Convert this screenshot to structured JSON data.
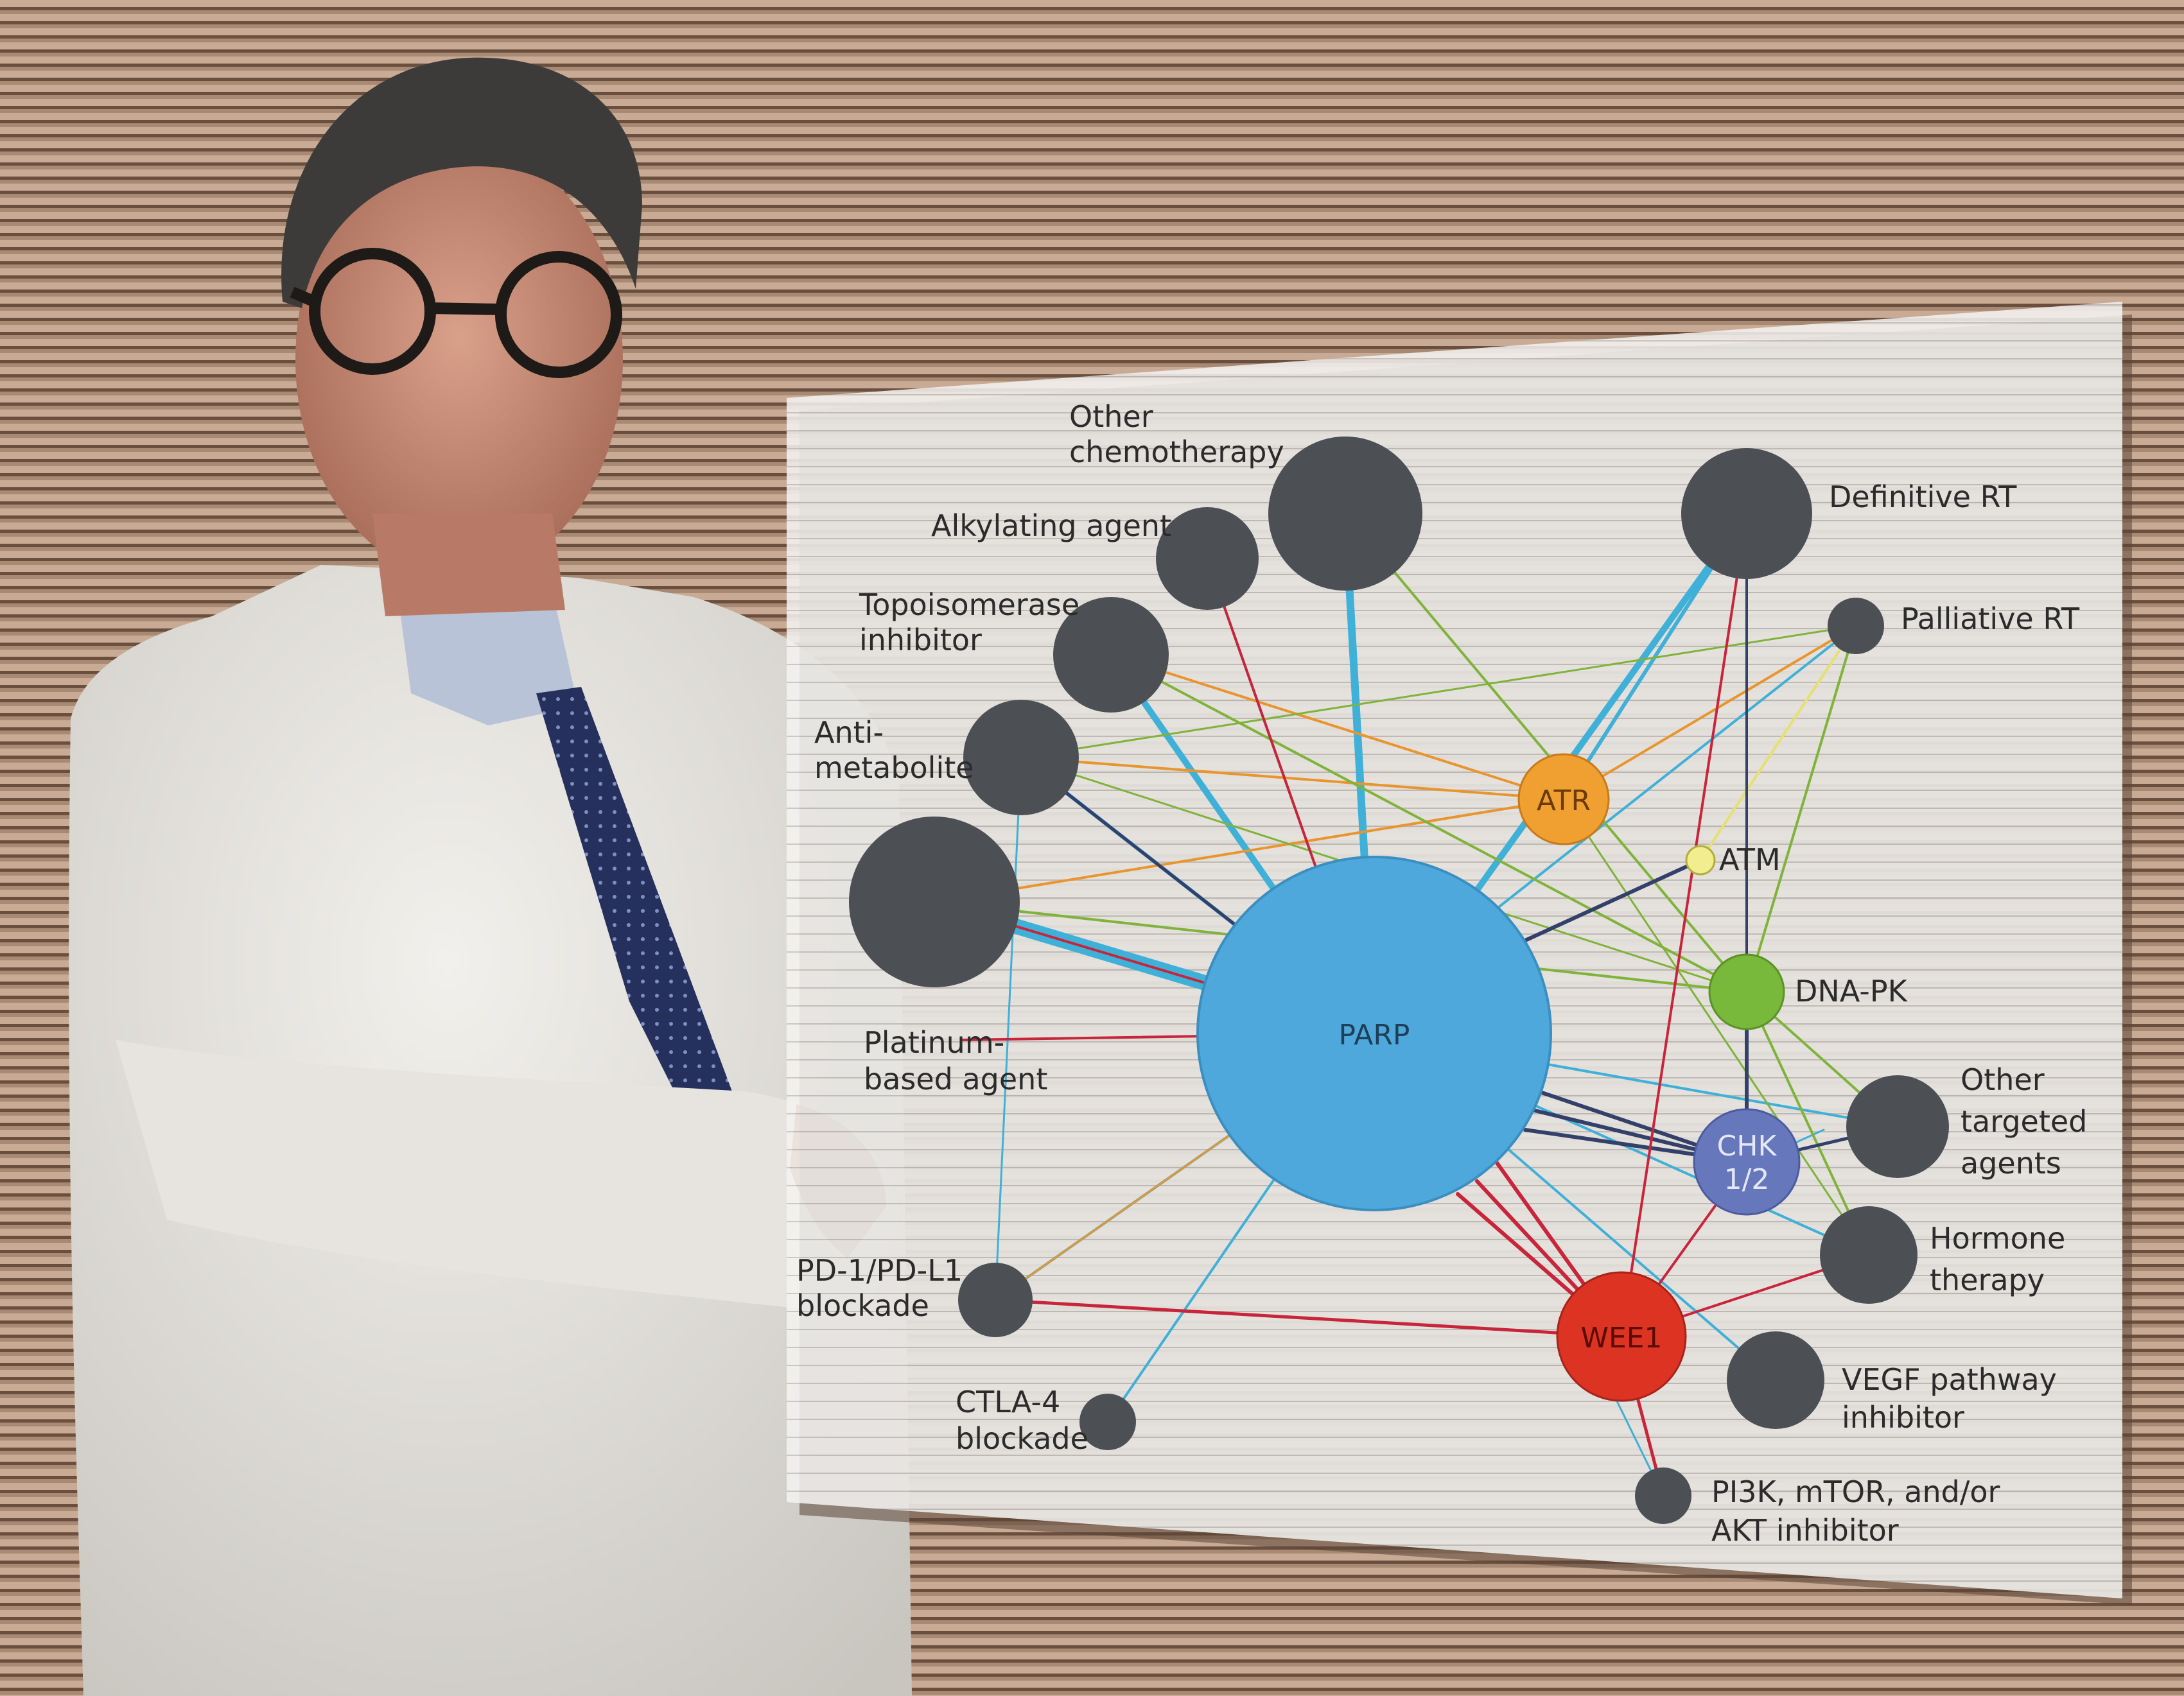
{
  "diagram": {
    "hub": "PARP",
    "target_nodes": {
      "atr": "ATR",
      "atm": "ATM",
      "dnapk": "DNA-PK",
      "chk_line1": "CHK",
      "chk_line2": "1/2",
      "wee1": "WEE1"
    },
    "therapy_nodes": {
      "other_chemo_line1": "Other",
      "other_chemo_line2": "chemotherapy",
      "alkylating": "Alkylating agent",
      "topo_line1": "Topoisomerase",
      "topo_line2": "inhibitor",
      "antimet_line1": "Anti-",
      "antimet_line2": "metabolite",
      "platinum_line1": "Platinum-",
      "platinum_line2": "based agent",
      "pd1_line1": "PD-1/PD-L1",
      "pd1_line2": "blockade",
      "ctla4_line1": "CTLA-4",
      "ctla4_line2": "blockade",
      "definitive_rt": "Definitive RT",
      "palliative_rt": "Palliative RT",
      "other_targeted_line1": "Other",
      "other_targeted_line2": "targeted",
      "other_targeted_line3": "agents",
      "hormone_line1": "Hormone",
      "hormone_line2": "therapy",
      "vegf_line1": "VEGF pathway",
      "vegf_line2": "inhibitor",
      "pi3k_line1": "PI3K, mTOR, and/or",
      "pi3k_line2": "AKT inhibitor"
    },
    "colors": {
      "parp": "#4fa8dc",
      "atr": "#f0a030",
      "atm": "#f2ee90",
      "dnapk": "#78b83a",
      "chk": "#6677bb",
      "wee1": "#dd3322",
      "therapy_node": "#4c5055",
      "edge_blue": "#3fb0d8",
      "edge_red": "#c8243a",
      "edge_orange": "#e8952e",
      "edge_green": "#7fb33a",
      "edge_navy": "#33406a",
      "edge_yellow": "#e6e070"
    }
  }
}
